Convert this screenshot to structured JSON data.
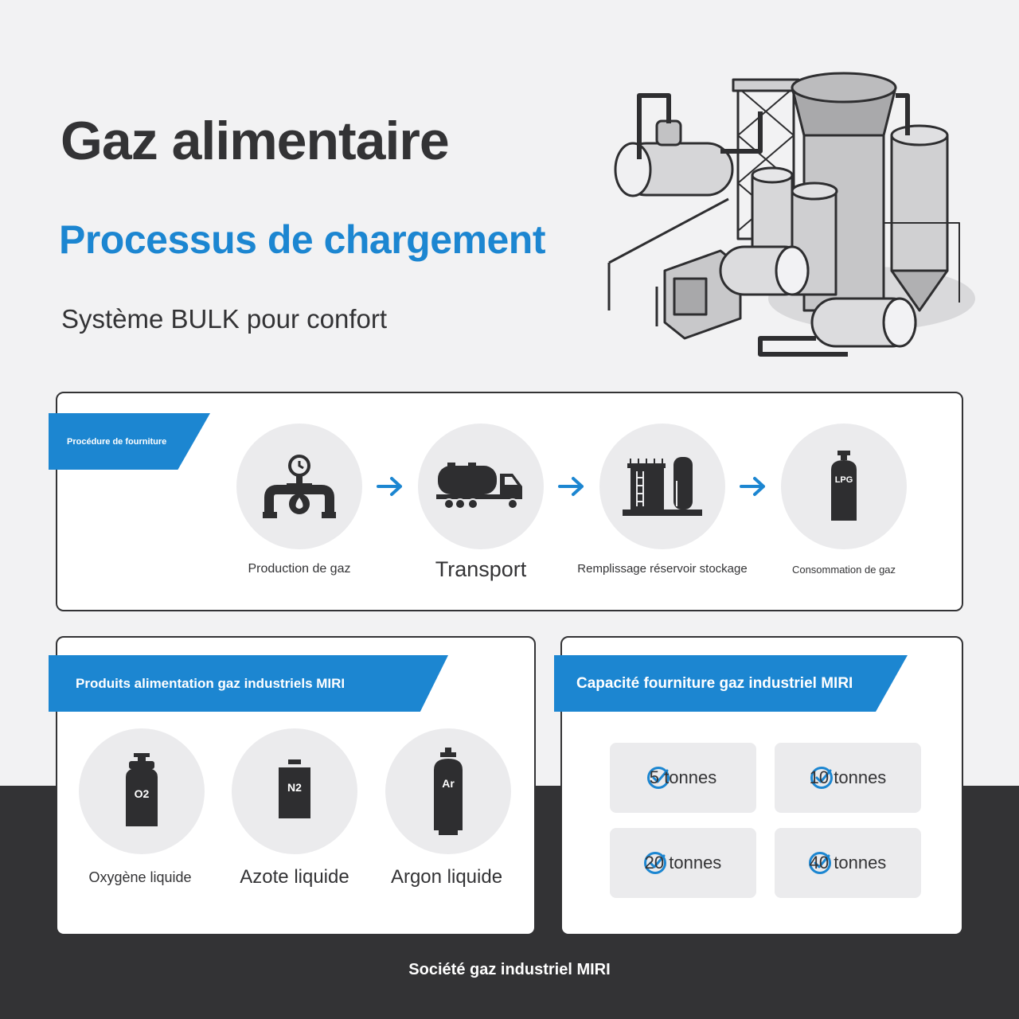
{
  "header": {
    "title": "Gaz alimentaire",
    "subtitle": "Processus de chargement",
    "tagline": "Système BULK pour confort",
    "illustration": "industrial-gas-plant-illustration"
  },
  "procedure": {
    "ribbon": "Procédure de fourniture",
    "steps": [
      {
        "label": "Production de gaz",
        "icon": "gas-valve-gauge-icon"
      },
      {
        "label": "Transport",
        "icon": "tanker-truck-icon"
      },
      {
        "label": "Remplissage réservoir stockage",
        "icon": "storage-tank-icon"
      },
      {
        "label": "Consommation de gaz",
        "icon": "lpg-cylinder-icon",
        "icon_text": "LPG"
      }
    ],
    "arrow_icon": "arrow-right-icon"
  },
  "products": {
    "ribbon": "Produits alimentation gaz industriels MIRI",
    "items": [
      {
        "label": "Oxygène liquide",
        "cylinder_text": "O2",
        "icon": "oxygen-cylinder-icon"
      },
      {
        "label": "Azote liquide",
        "cylinder_text": "N2",
        "icon": "nitrogen-cylinder-icon"
      },
      {
        "label": "Argon liquide",
        "cylinder_text": "Ar",
        "icon": "argon-cylinder-icon"
      }
    ]
  },
  "capacity": {
    "ribbon": "Capacité fourniture gaz industriel MIRI",
    "items": [
      {
        "label": "5 tonnes",
        "icon": "check-circle-icon"
      },
      {
        "label": "10 tonnes",
        "icon": "check-circle-icon"
      },
      {
        "label": "20 tonnes",
        "icon": "check-circle-icon"
      },
      {
        "label": "40 tonnes",
        "icon": "check-circle-icon"
      }
    ]
  },
  "footer": {
    "company": "Société gaz industriel MIRI"
  },
  "colors": {
    "accent": "#1c86d1",
    "dark": "#333335",
    "background": "#f2f2f3",
    "circle": "#ebebed"
  }
}
